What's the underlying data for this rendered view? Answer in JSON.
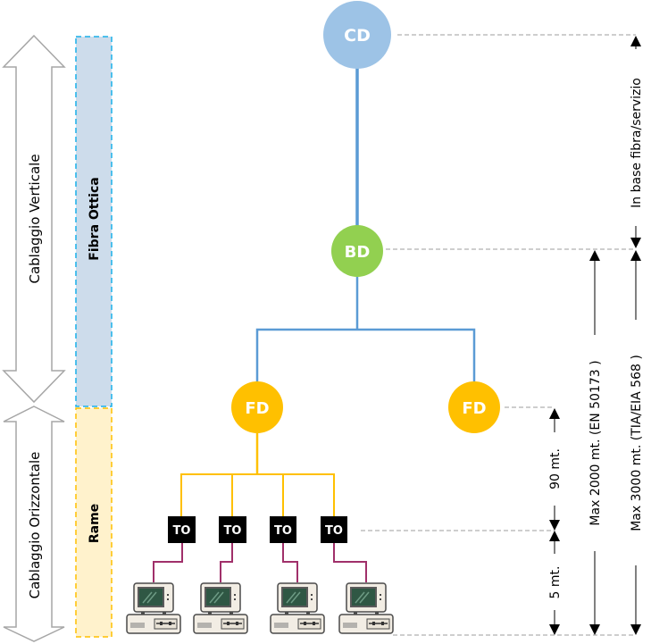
{
  "diagram": {
    "left_arrows": {
      "vertical_label": "Cablaggio Verticale",
      "horizontal_label": "Cablaggio Orizzontale"
    },
    "bands": {
      "fiber": {
        "label": "Fibra Ottica",
        "fill": "#cddceb",
        "border": "#1ab0ea"
      },
      "copper": {
        "label": "Rame",
        "fill": "#fff2cc",
        "border": "#ffc000"
      }
    },
    "nodes": {
      "cd": {
        "label": "CD",
        "color": "#9dc3e6"
      },
      "bd": {
        "label": "BD",
        "color": "#92d050"
      },
      "fd_left": {
        "label": "FD",
        "color": "#ffc000"
      },
      "fd_right": {
        "label": "FD",
        "color": "#ffc000"
      }
    },
    "lines": {
      "backbone_color": "#5b9bd5",
      "horizontal_color": "#ffc000",
      "patch_color": "#a0306a"
    },
    "outlets": [
      {
        "label": "TO"
      },
      {
        "label": "TO"
      },
      {
        "label": "TO"
      },
      {
        "label": "TO"
      }
    ],
    "workstations": [
      {
        "name": "computer"
      },
      {
        "name": "computer"
      },
      {
        "name": "computer"
      },
      {
        "name": "computer"
      }
    ],
    "dimensions": {
      "campus": "In base fibra/servizio",
      "en50173": "Max 2000 mt. (EN 50173 )",
      "tia568": "Max 3000 mt. (TIA/EIA 568 )",
      "horizontal": "90 mt.",
      "patch": "5 mt."
    }
  }
}
